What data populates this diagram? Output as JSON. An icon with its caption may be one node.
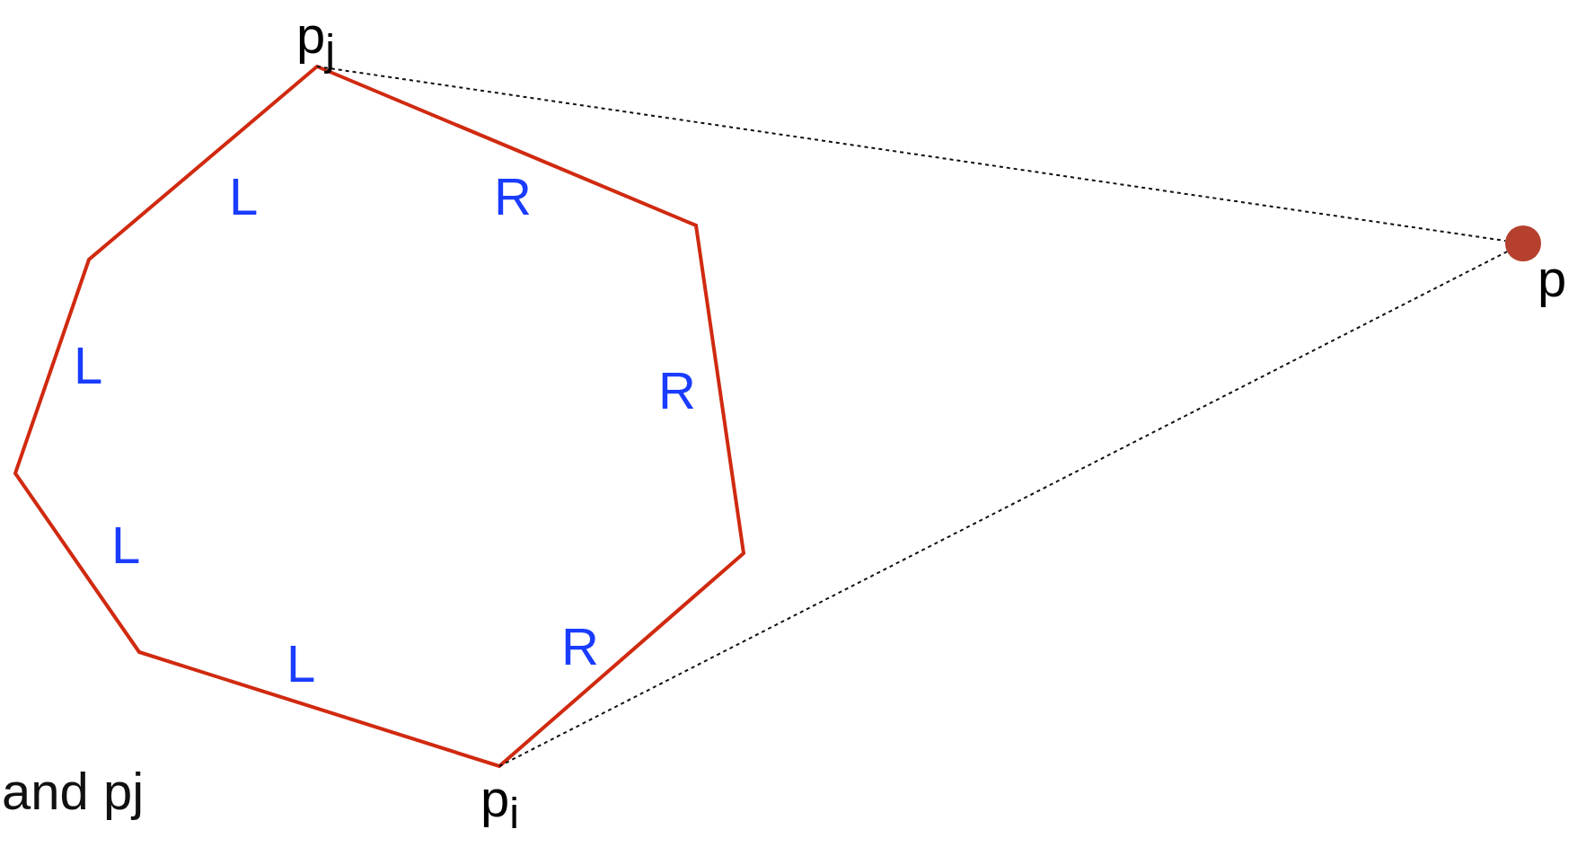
{
  "diagram": {
    "nodes": [
      {
        "text": [
          "p$_{j}$"
        ]
      },
      {
        "text": [
          "p$_{i}$"
        ]
      },
      {
        "text": [],
        "shape": "circle",
        "beside": [
          "p"
        ]
      }
    ],
    "edges": [
      {
        "from": 0,
        "to": 2,
        "arrow": "none",
        "style": "dashed"
      },
      {
        "from": 1,
        "to": 2,
        "arrow": "none",
        "style": "dashed"
      }
    ],
    "labels": [
      "L",
      "R",
      "L",
      "R",
      "L",
      "R",
      "L",
      "and pj"
    ]
  }
}
